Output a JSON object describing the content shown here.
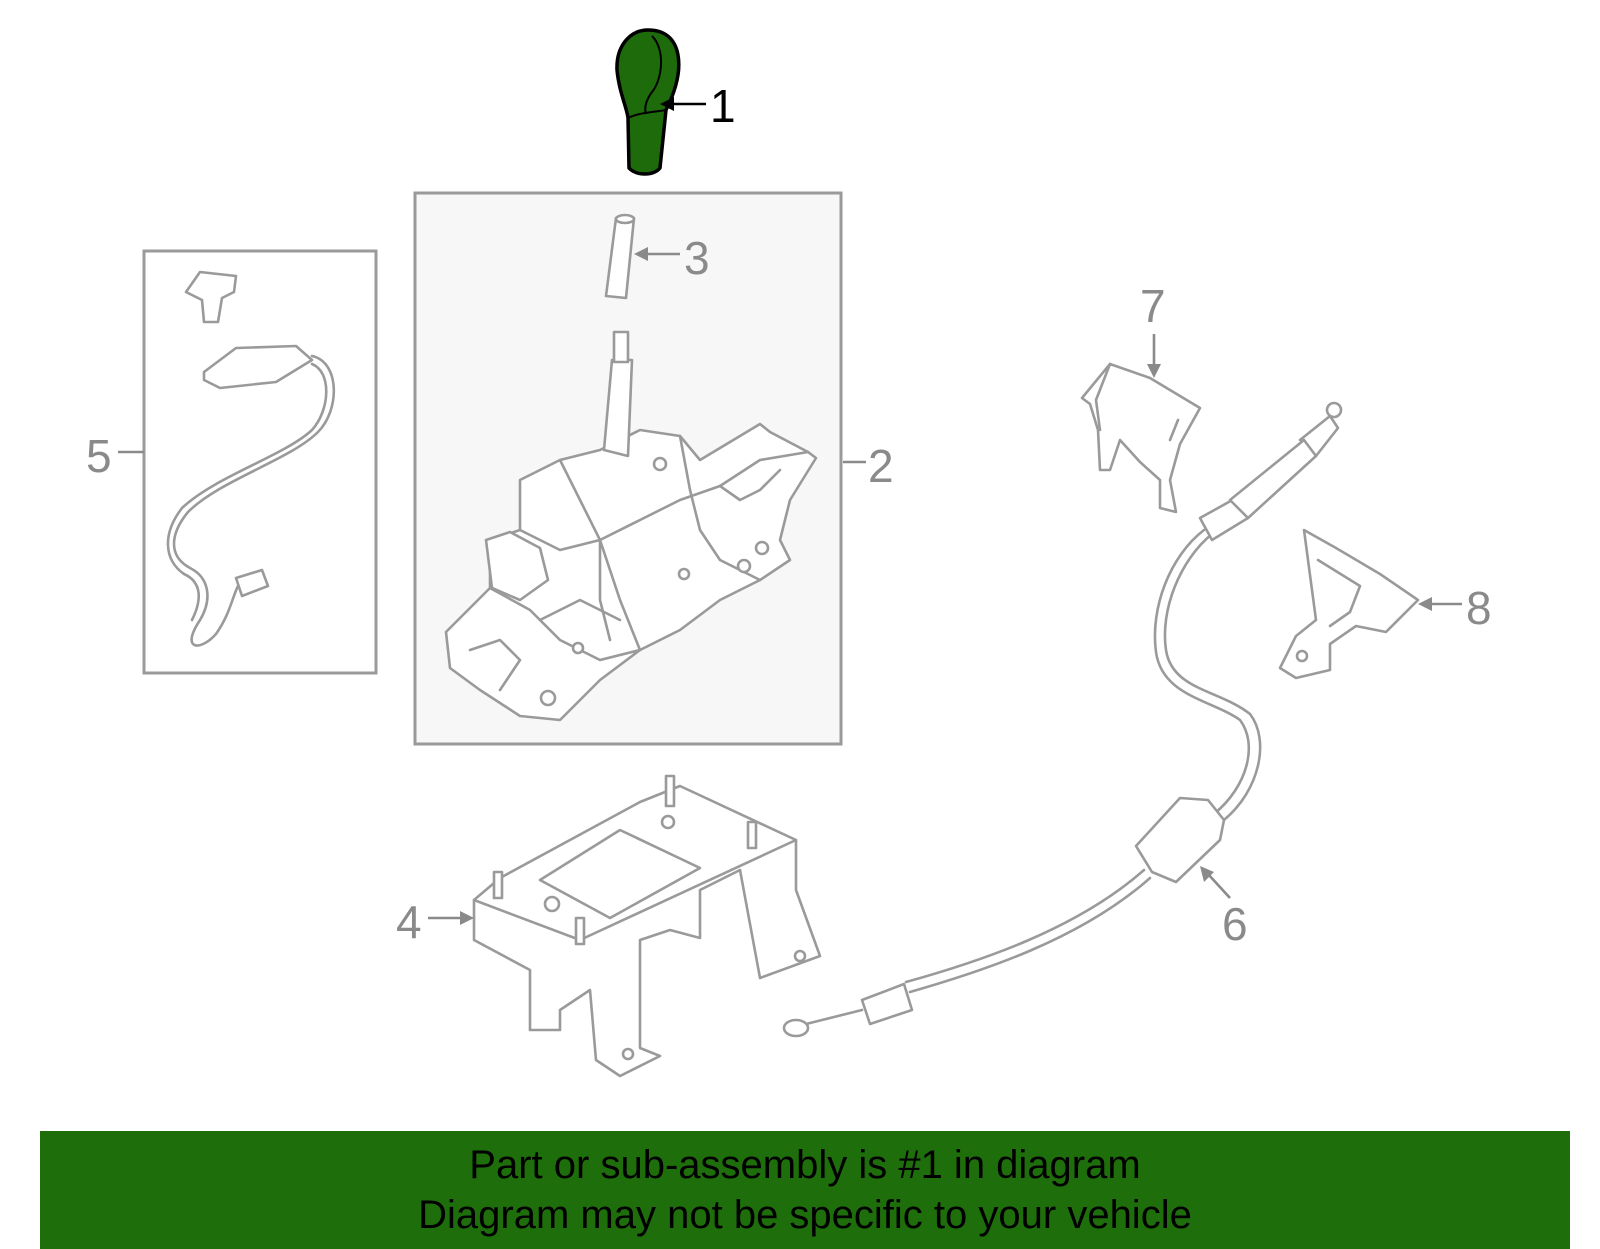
{
  "colors": {
    "highlight": "#1e6b0b",
    "banner": "#1f6e0c",
    "part_line": "#9a9a9a",
    "panel_fill": "#f7f7f7"
  },
  "callouts": [
    {
      "id": "1",
      "label": "1",
      "highlighted": true
    },
    {
      "id": "2",
      "label": "2",
      "highlighted": false
    },
    {
      "id": "3",
      "label": "3",
      "highlighted": false
    },
    {
      "id": "4",
      "label": "4",
      "highlighted": false
    },
    {
      "id": "5",
      "label": "5",
      "highlighted": false
    },
    {
      "id": "6",
      "label": "6",
      "highlighted": false
    },
    {
      "id": "7",
      "label": "7",
      "highlighted": false
    },
    {
      "id": "8",
      "label": "8",
      "highlighted": false
    }
  ],
  "banner": {
    "line1": "Part or sub-assembly is #1 in diagram",
    "line2": "Diagram may not be specific to your vehicle"
  }
}
